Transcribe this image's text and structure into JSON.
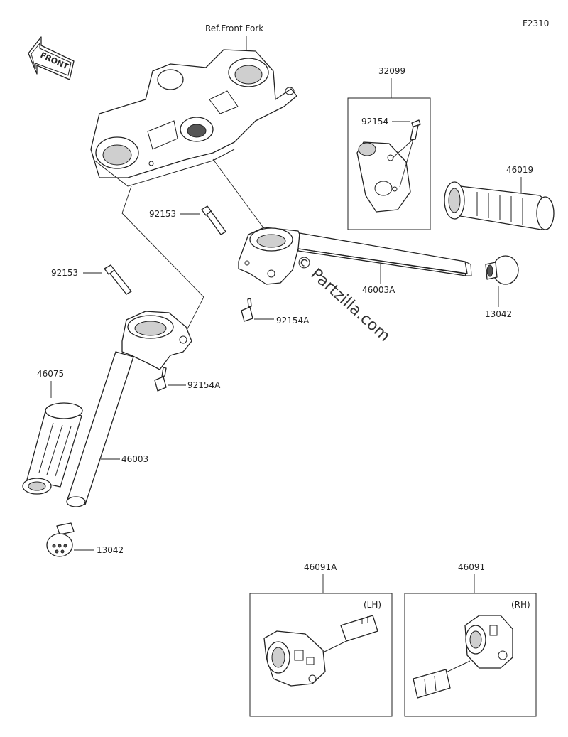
{
  "diagram": {
    "code": "F2310",
    "direction_label": "FRONT",
    "ref_label": "Ref.Front Fork",
    "watermark": "© Partzilla.com",
    "parts": [
      "32099",
      "92154",
      "46019",
      "92153",
      "92153",
      "46003A",
      "13042",
      "92154A",
      "92154A",
      "46075",
      "46003",
      "13042",
      "46091A",
      "46091"
    ],
    "side_labels": {
      "left": "(LH)",
      "right": "(RH)"
    }
  }
}
